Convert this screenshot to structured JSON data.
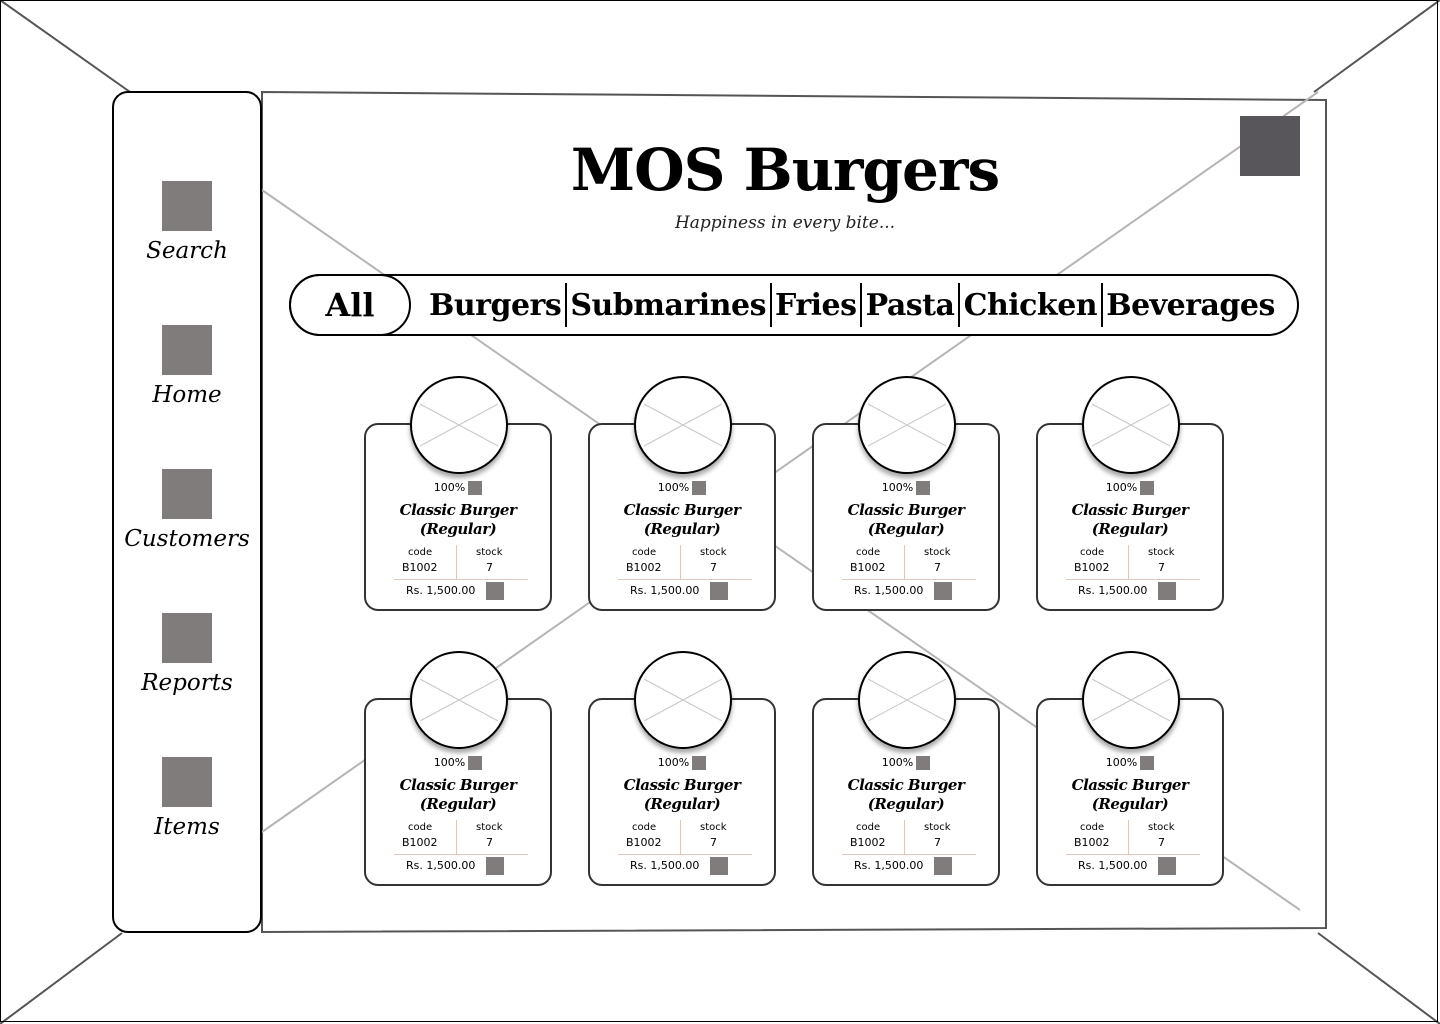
{
  "app": {
    "title": "MOS Burgers",
    "tagline": "Happiness in every bite..."
  },
  "sidebar": {
    "items": [
      {
        "label": "Search",
        "icon": "search-icon"
      },
      {
        "label": "Home",
        "icon": "home-icon"
      },
      {
        "label": "Customers",
        "icon": "customers-icon"
      },
      {
        "label": "Reports",
        "icon": "reports-icon"
      },
      {
        "label": "Items",
        "icon": "items-icon"
      }
    ]
  },
  "categories": {
    "active": "All",
    "items": [
      "All",
      "Burgers",
      "Submarines",
      "Fries",
      "Pasta",
      "Chicken",
      "Beverages"
    ]
  },
  "colors": {
    "placeholder": "#807c7c",
    "profile": "#58565a",
    "accent_line": "#e2c7bd"
  },
  "labels": {
    "code": "code",
    "stock": "stock"
  },
  "products": [
    {
      "name_line1": "Classic Burger",
      "name_line2": "(Regular)",
      "discount": "100%",
      "code": "B1002",
      "stock": "7",
      "price": "Rs. 1,500.00"
    },
    {
      "name_line1": "Classic Burger",
      "name_line2": "(Regular)",
      "discount": "100%",
      "code": "B1002",
      "stock": "7",
      "price": "Rs. 1,500.00"
    },
    {
      "name_line1": "Classic Burger",
      "name_line2": "(Regular)",
      "discount": "100%",
      "code": "B1002",
      "stock": "7",
      "price": "Rs. 1,500.00"
    },
    {
      "name_line1": "Classic Burger",
      "name_line2": "(Regular)",
      "discount": "100%",
      "code": "B1002",
      "stock": "7",
      "price": "Rs. 1,500.00"
    },
    {
      "name_line1": "Classic Burger",
      "name_line2": "(Regular)",
      "discount": "100%",
      "code": "B1002",
      "stock": "7",
      "price": "Rs. 1,500.00"
    },
    {
      "name_line1": "Classic Burger",
      "name_line2": "(Regular)",
      "discount": "100%",
      "code": "B1002",
      "stock": "7",
      "price": "Rs. 1,500.00"
    },
    {
      "name_line1": "Classic Burger",
      "name_line2": "(Regular)",
      "discount": "100%",
      "code": "B1002",
      "stock": "7",
      "price": "Rs. 1,500.00"
    },
    {
      "name_line1": "Classic Burger",
      "name_line2": "(Regular)",
      "discount": "100%",
      "code": "B1002",
      "stock": "7",
      "price": "Rs. 1,500.00"
    }
  ]
}
